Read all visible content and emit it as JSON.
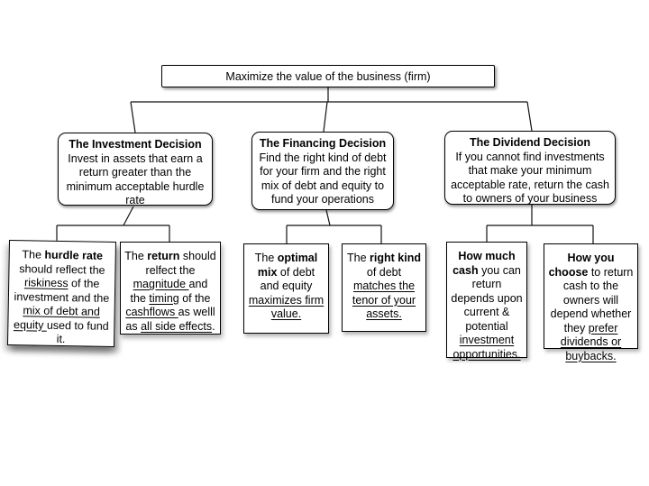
{
  "diagram": {
    "title": "Corporate finance decisions flowchart",
    "root": {
      "label": "Maximize the value of the business (firm)"
    },
    "decisions": [
      {
        "id": "investment",
        "title": "The Investment Decision",
        "body": "Invest in assets that earn a return greater than the minimum acceptable hurdle rate"
      },
      {
        "id": "financing",
        "title": "The Financing Decision",
        "body": "Find the right kind of debt for your firm and the right mix of debt and equity to fund your operations"
      },
      {
        "id": "dividend",
        "title": "The Dividend Decision",
        "body": "If you cannot find investments that make your minimum acceptable rate, return the cash to owners of your business"
      }
    ],
    "principles": [
      {
        "id": "hurdle-rate",
        "parent": "investment",
        "segments": [
          {
            "t": "The "
          },
          {
            "t": "hurdle rate",
            "b": true
          },
          {
            "t": " should reflect the "
          },
          {
            "t": "riskiness",
            "u": true
          },
          {
            "t": " of the investment and the "
          },
          {
            "t": "mix of debt and equity ",
            "u": true
          },
          {
            "t": "used to fund it."
          }
        ]
      },
      {
        "id": "return",
        "parent": "investment",
        "segments": [
          {
            "t": "The "
          },
          {
            "t": "return",
            "b": true
          },
          {
            "t": " should relfect the "
          },
          {
            "t": "magnitude ",
            "u": true
          },
          {
            "t": "and the "
          },
          {
            "t": "timing",
            "u": true
          },
          {
            "t": " of the "
          },
          {
            "t": "cashflows ",
            "u": true
          },
          {
            "t": "as welll as "
          },
          {
            "t": "all side effects",
            "u": true
          },
          {
            "t": "."
          }
        ]
      },
      {
        "id": "optimal-mix",
        "parent": "financing",
        "segments": [
          {
            "t": "The "
          },
          {
            "t": "optimal mix",
            "b": true
          },
          {
            "t": " of debt and equity "
          },
          {
            "t": "maximizes firm value.",
            "u": true
          }
        ]
      },
      {
        "id": "right-kind-of-debt",
        "parent": "financing",
        "segments": [
          {
            "t": "The "
          },
          {
            "t": "right kind",
            "b": true
          },
          {
            "t": " of debt "
          },
          {
            "t": "matches the tenor of your assets.",
            "u": true
          }
        ]
      },
      {
        "id": "how-much-cash",
        "parent": "dividend",
        "segments": [
          {
            "t": "How much cash",
            "b": true
          },
          {
            "t": " you can return depends upon current  & potential "
          },
          {
            "t": "investment opportunities.",
            "u": true
          }
        ]
      },
      {
        "id": "how-you-choose",
        "parent": "dividend",
        "segments": [
          {
            "t": "How you choose",
            "b": true
          },
          {
            "t": " to return cash to the owners will depend whether they "
          },
          {
            "t": "prefer dividends or buybacks.",
            "u": true
          }
        ]
      }
    ],
    "colors": {
      "border": "#000000",
      "fill": "#ffffff",
      "text": "#000000",
      "background": "#ffffff"
    }
  }
}
